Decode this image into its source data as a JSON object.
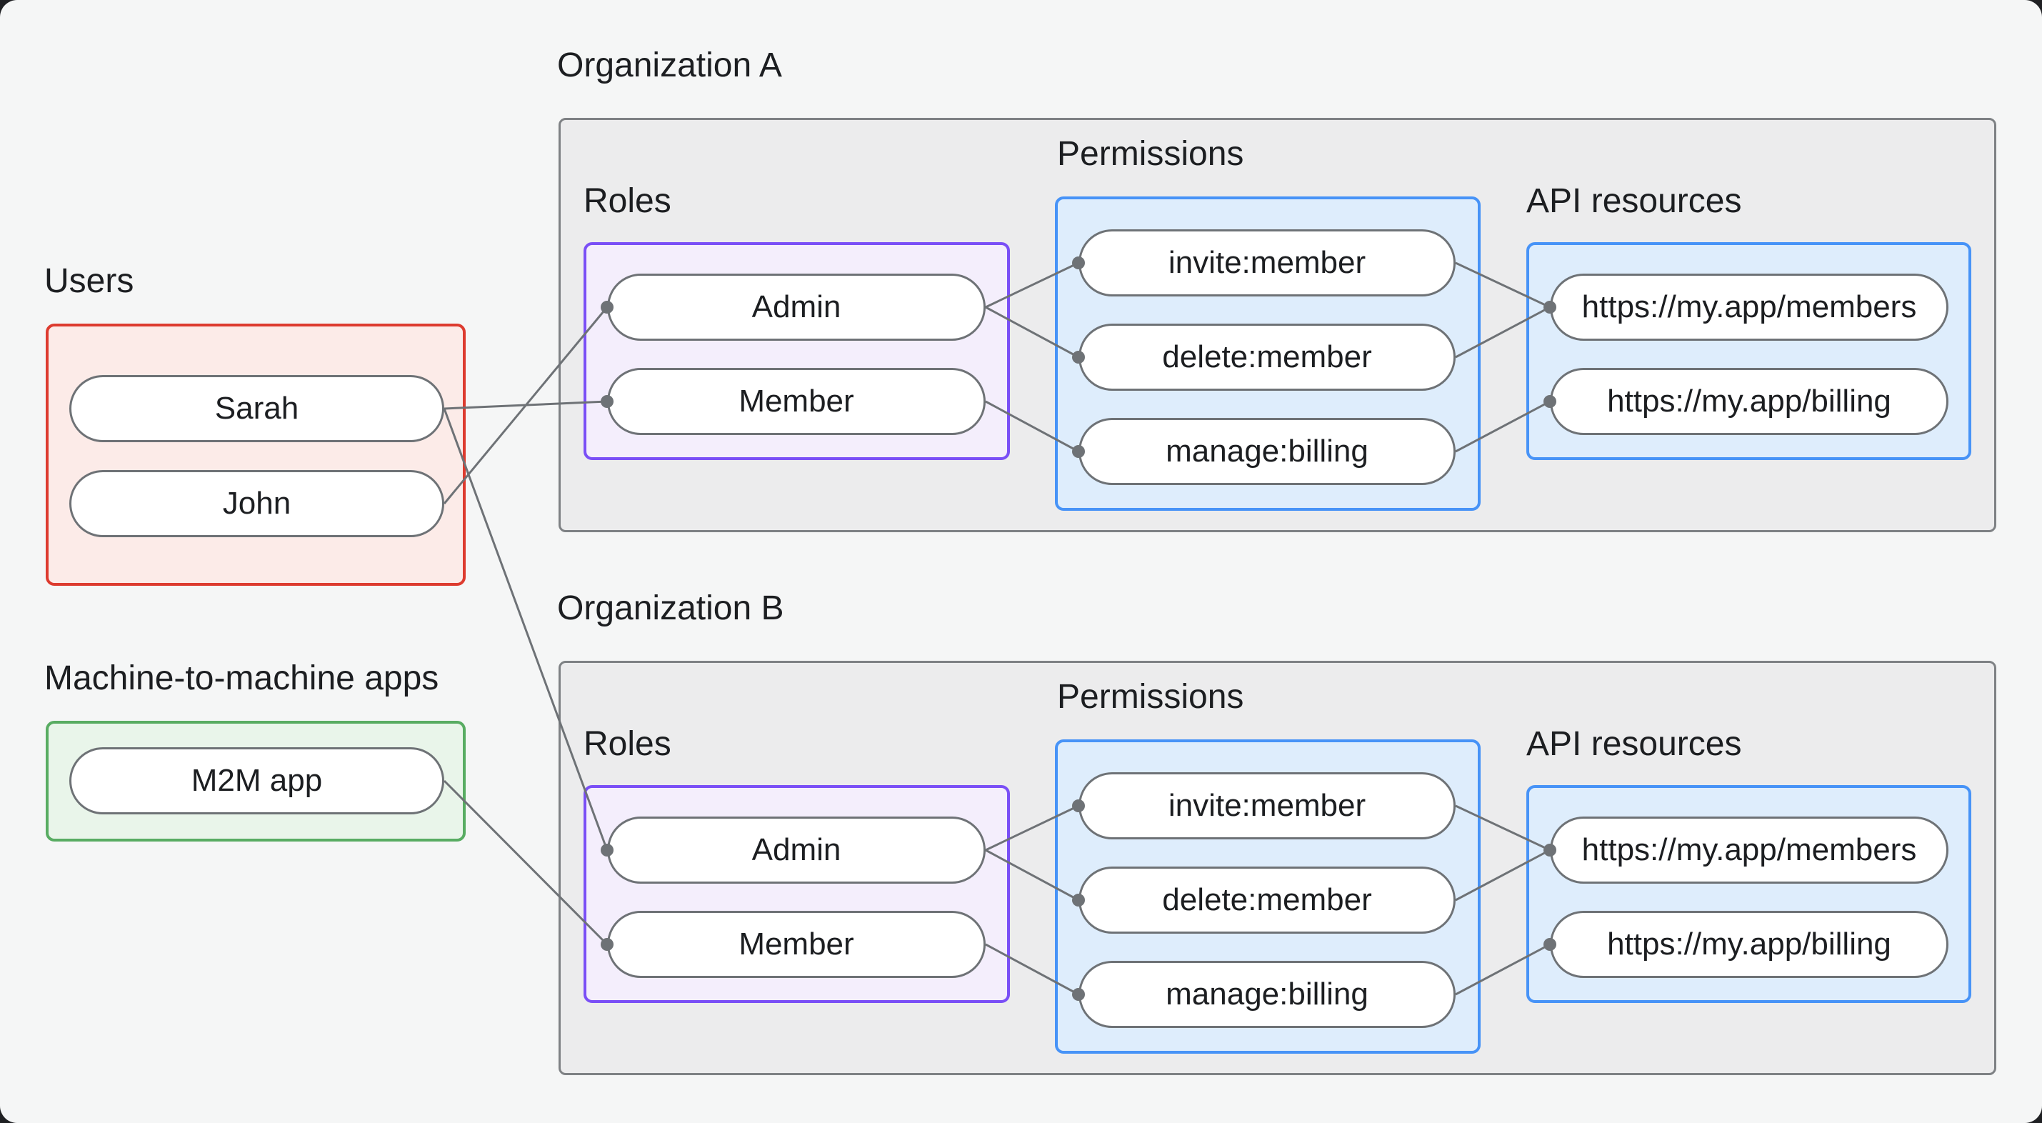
{
  "diagram": {
    "users": {
      "label": "Users",
      "items": [
        "Sarah",
        "John"
      ]
    },
    "m2m": {
      "label": "Machine-to-machine apps",
      "items": [
        "M2M app"
      ]
    },
    "org_a": {
      "label": "Organization A",
      "roles_label": "Roles",
      "permissions_label": "Permissions",
      "api_label": "API resources",
      "roles": [
        "Admin",
        "Member"
      ],
      "permissions": [
        "invite:member",
        "delete:member",
        "manage:billing"
      ],
      "api_resources": [
        "https://my.app/members",
        "https://my.app/billing"
      ]
    },
    "org_b": {
      "label": "Organization B",
      "roles_label": "Roles",
      "permissions_label": "Permissions",
      "api_label": "API resources",
      "roles": [
        "Admin",
        "Member"
      ],
      "permissions": [
        "invite:member",
        "delete:member",
        "manage:billing"
      ],
      "api_resources": [
        "https://my.app/members",
        "https://my.app/billing"
      ]
    }
  },
  "connections": {
    "assignments": [
      {
        "source": "Sarah",
        "target_role": "Member",
        "org": "Organization A"
      },
      {
        "source": "John",
        "target_role": "Admin",
        "org": "Organization A"
      },
      {
        "source": "Sarah",
        "target_role": "Admin",
        "org": "Organization B"
      },
      {
        "source": "M2M app",
        "target_role": "Member",
        "org": "Organization B"
      }
    ],
    "role_permissions": [
      {
        "role": "Admin",
        "permission": "invite:member"
      },
      {
        "role": "Admin",
        "permission": "delete:member"
      },
      {
        "role": "Member",
        "permission": "manage:billing"
      }
    ],
    "permission_resources": [
      {
        "permission": "invite:member",
        "resource": "https://my.app/members"
      },
      {
        "permission": "delete:member",
        "resource": "https://my.app/members"
      },
      {
        "permission": "manage:billing",
        "resource": "https://my.app/billing"
      }
    ]
  },
  "colors": {
    "canvas_bg": "#f5f6f6",
    "outside_bg": "#1f2023",
    "org_box_bg": "#ececed",
    "org_box_border": "#7e8184",
    "users_border": "#dd3b2f",
    "users_bg": "#fcebe8",
    "m2m_border": "#58ac62",
    "m2m_bg": "#e9f5ea",
    "roles_border": "#7a4ff6",
    "roles_bg": "#f4eefc",
    "permissions_border": "#4793f7",
    "permissions_bg": "#deedfc",
    "api_border": "#4793f7",
    "api_bg": "#deedfc",
    "pill_border": "#6e7276",
    "pill_bg": "#ffffff",
    "edge": "#6e7276",
    "text": "#1c1e21"
  }
}
